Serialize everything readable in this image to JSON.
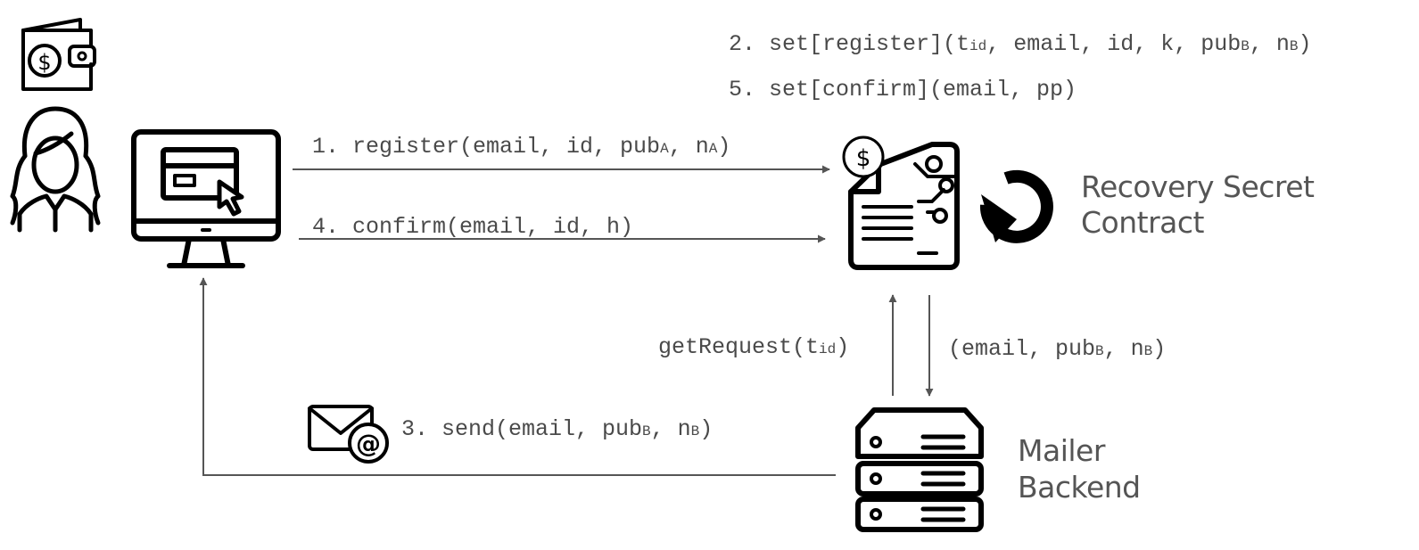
{
  "actors": {
    "contract_label": {
      "line1": "Recovery Secret",
      "line2": "Contract"
    },
    "mailer_label": {
      "line1": "Mailer",
      "line2": "Backend"
    }
  },
  "messages": {
    "m1": {
      "pre": "1. register(email, id, pub",
      "s1": "A",
      "mid": ", n",
      "s2": "A",
      "post": ")"
    },
    "m2": {
      "pre": "2. set[register](t",
      "s1": "id",
      "mid": ", email, id, k, pub",
      "s2": "B",
      "mid2": ", n",
      "s3": "B",
      "post": ")"
    },
    "m3": {
      "pre": "3. send(email, pub",
      "s1": "B",
      "mid": ", n",
      "s2": "B",
      "post": ")"
    },
    "m4": {
      "text": "4. confirm(email, id, h)"
    },
    "m5": {
      "text": "5. set[confirm](email, pp)"
    },
    "get_request": {
      "pre": "getRequest(t",
      "s1": "id",
      "post": ")"
    },
    "response": {
      "pre": "(email, pub",
      "s1": "B",
      "mid": ", n",
      "s2": "B",
      "post": ")"
    }
  },
  "icons": [
    "wallet-icon",
    "user-icon",
    "computer-icon",
    "smart-contract-icon",
    "refresh-icon",
    "server-icon",
    "email-icon"
  ]
}
